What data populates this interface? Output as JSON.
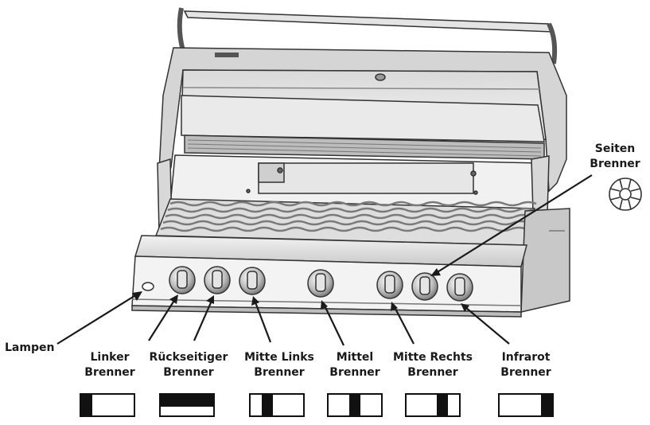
{
  "labels": {
    "side_burner_line1": "Seiten",
    "side_burner_line2": "Brenner",
    "lamps": "Lampen",
    "left_line1": "Linker",
    "left_line2": "Brenner",
    "rear_line1": "Rückseitiger",
    "rear_line2": "Brenner",
    "mid_left_line1": "Mitte Links",
    "mid_left_line2": "Brenner",
    "mid_line1": "Mittel",
    "mid_line2": "Brenner",
    "mid_right_line1": "Mitte Rechts",
    "mid_right_line2": "Brenner",
    "infrared_line1": "Infrarot",
    "infrared_line2": "Brenner"
  },
  "colors": {
    "line": "#1a1a1a",
    "fill_dark": "#111111",
    "steel_light": "#e6e6e6",
    "steel_mid": "#bdbdbd",
    "steel_dark": "#8c8c8c"
  },
  "icons": [
    "side-burner-icon",
    "knob-icon",
    "lamp-icon",
    "burner-position-diagram"
  ]
}
